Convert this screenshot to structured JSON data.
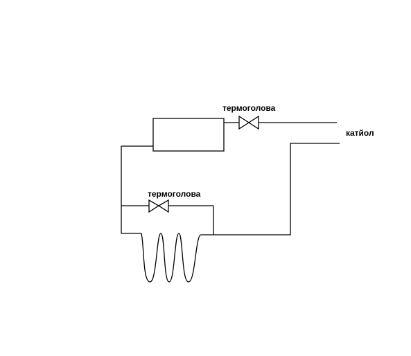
{
  "diagram": {
    "labels": {
      "valve_top": "термоголова",
      "valve_bypass": "термоголова",
      "boiler": "катйол"
    },
    "colors": {
      "stroke": "#000000",
      "background": "#ffffff"
    }
  }
}
